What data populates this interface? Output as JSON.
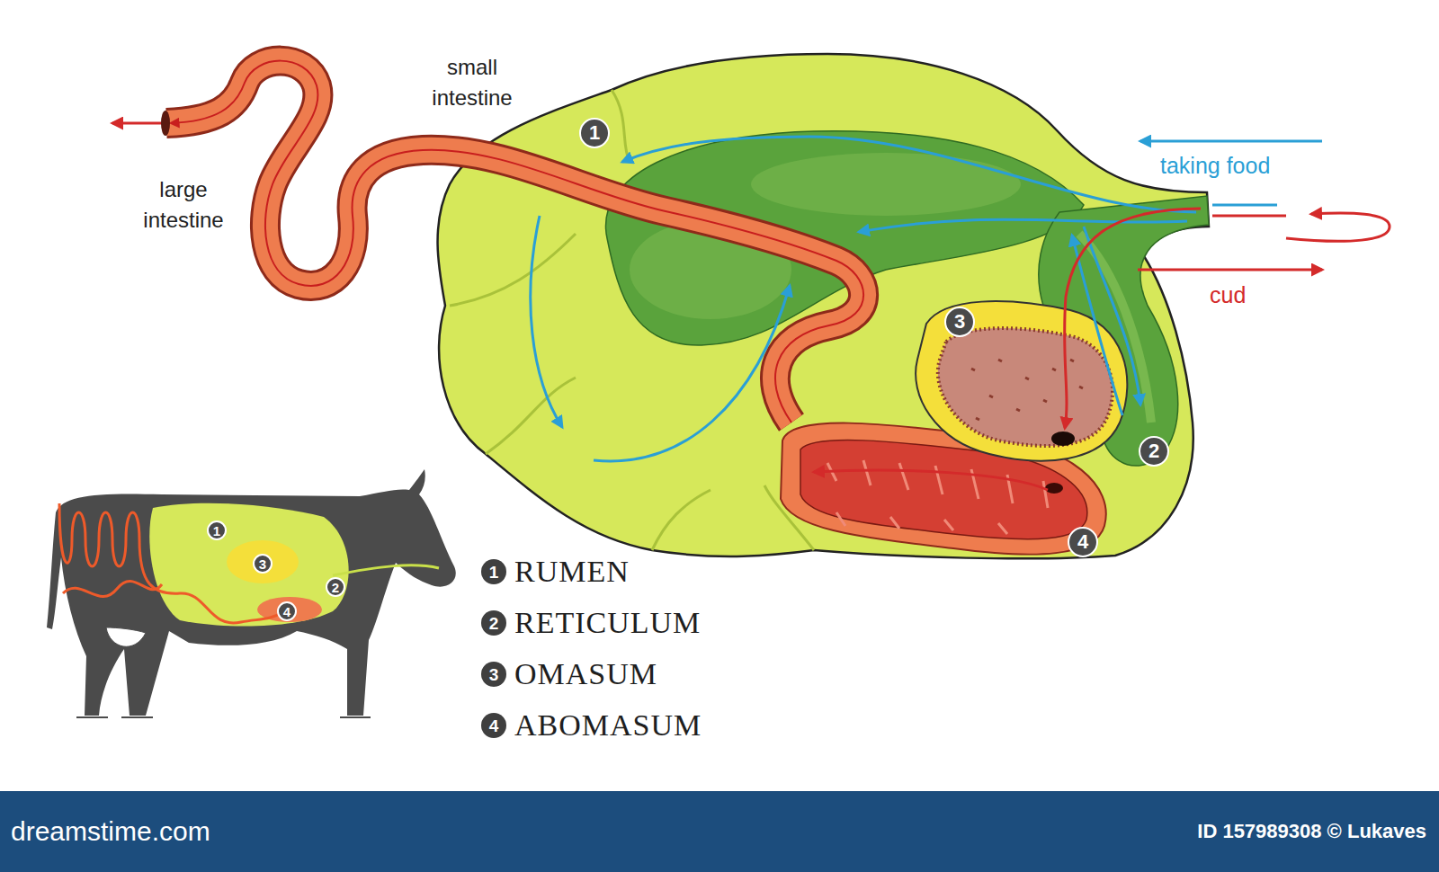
{
  "diagram": {
    "nodes": [
      {
        "text": [
          "1"
        ]
      },
      {
        "text": [
          "2"
        ]
      },
      {
        "text": [
          "3"
        ]
      },
      {
        "text": [
          "4"
        ]
      },
      {
        "text": [
          "1"
        ]
      },
      {
        "text": [
          "2"
        ]
      },
      {
        "text": [
          "3"
        ]
      },
      {
        "text": [
          "4"
        ]
      }
    ],
    "labels": [
      "small intestine",
      "large intestine",
      "taking food",
      "cud",
      "1",
      "2",
      "3",
      "4",
      "dreamstime.com",
      "ID 157989308 © Lukaves"
    ],
    "legend": [
      {
        "text": "RUMEN"
      },
      {
        "text": "RETICULUM"
      },
      {
        "text": "OMASUM"
      },
      {
        "text": "ABOMASUM"
      }
    ]
  }
}
